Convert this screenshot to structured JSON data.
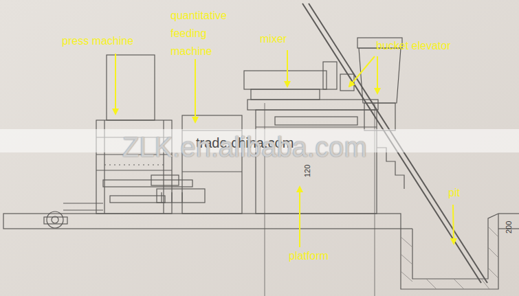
{
  "diagram": {
    "labels": [
      "press machine",
      "quantitative feeding machine",
      "mixer",
      "bucket elevator",
      "trade.china.com",
      "ZLK.en.alibaba.com",
      "120",
      "pit",
      "200",
      "platform"
    ]
  }
}
